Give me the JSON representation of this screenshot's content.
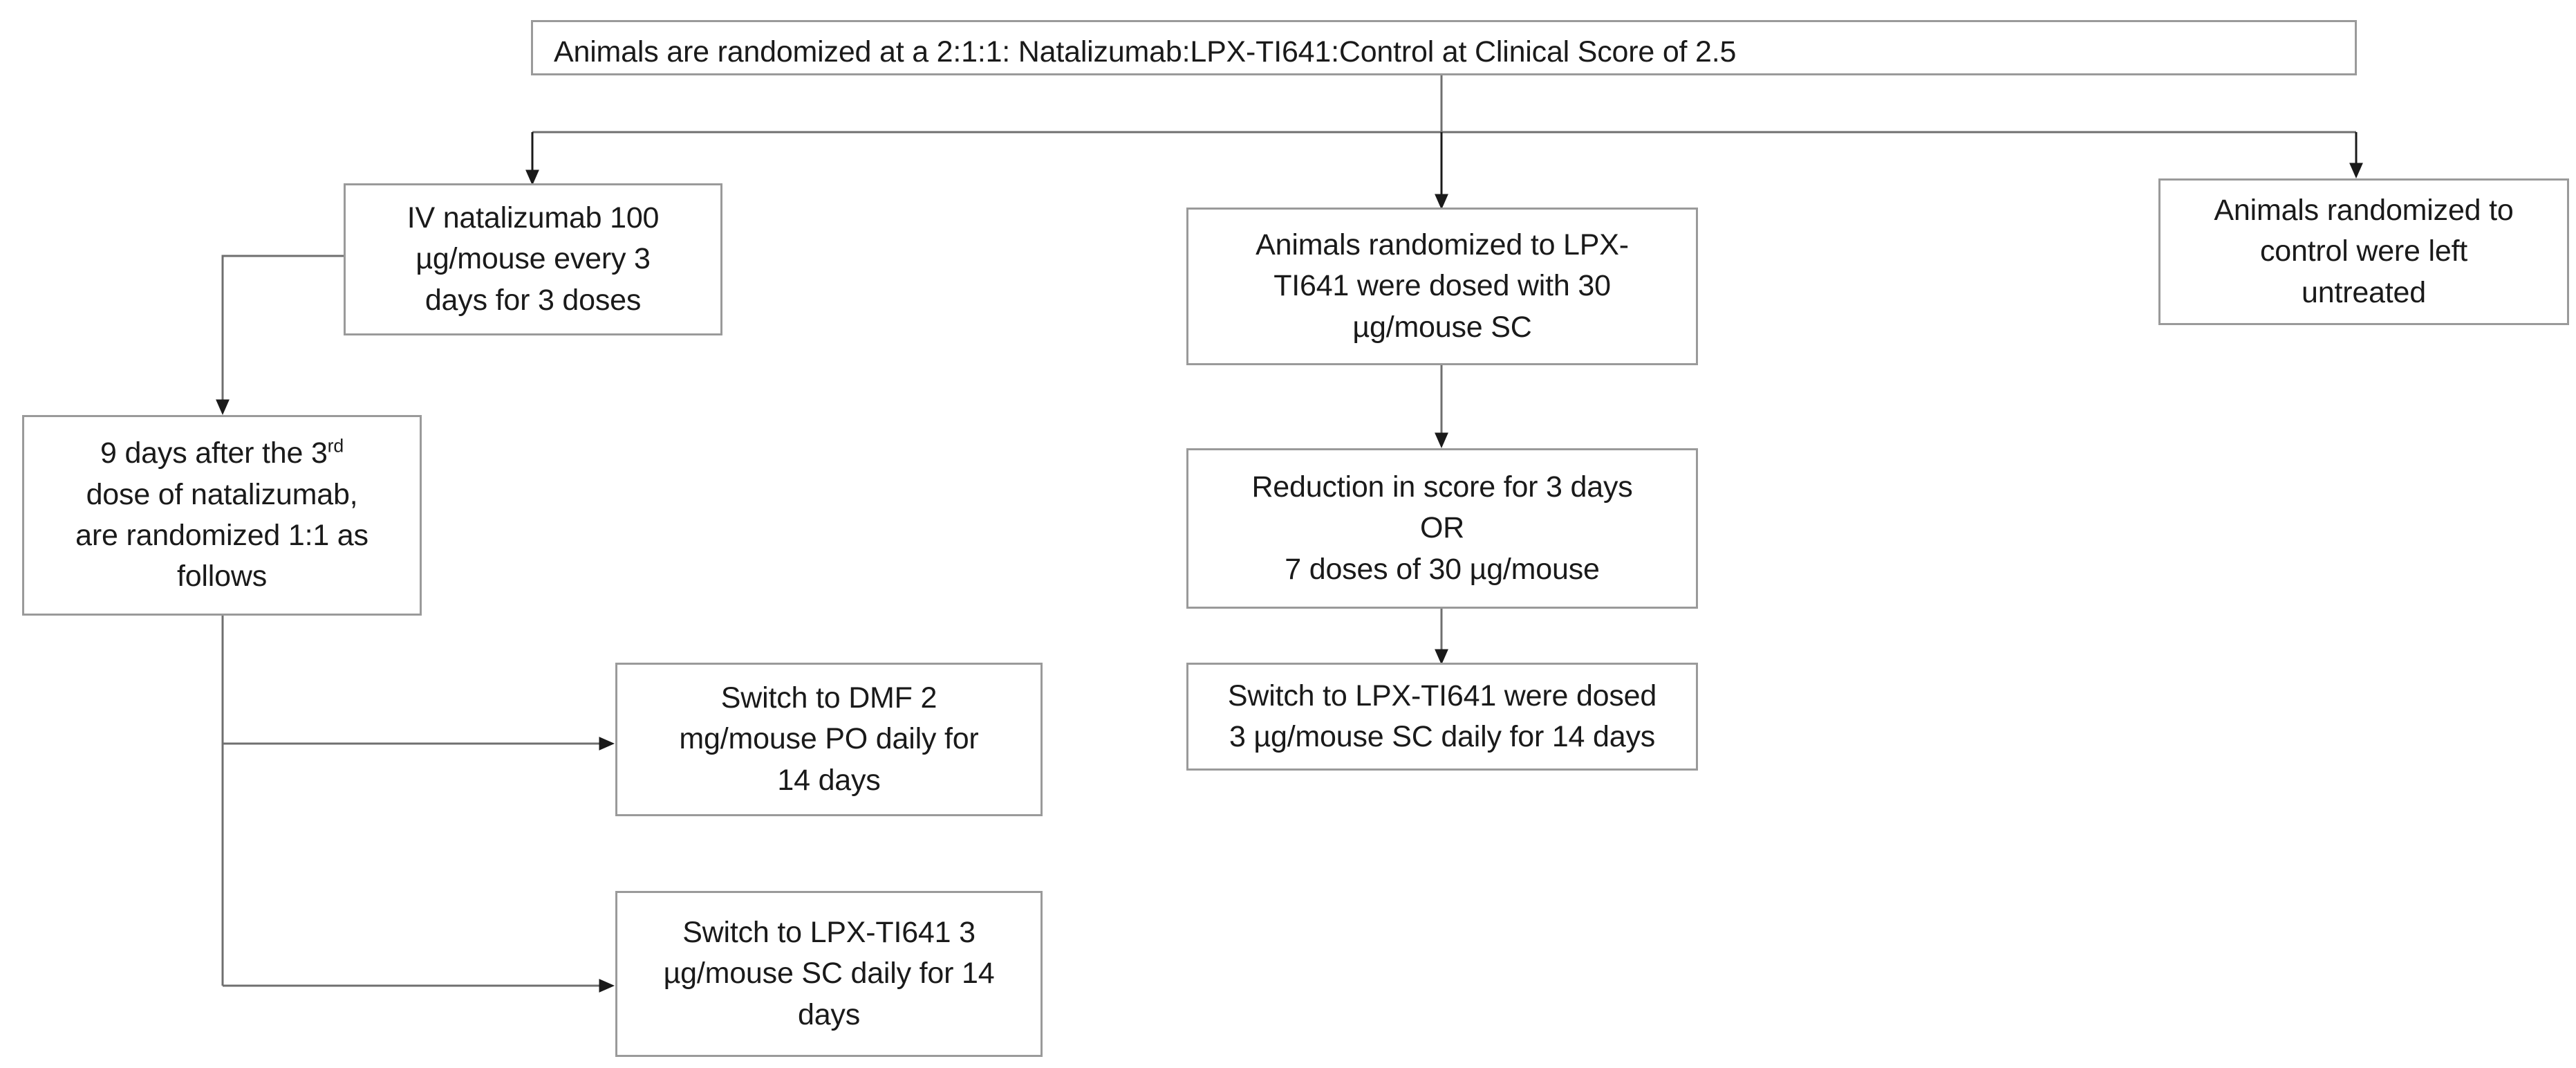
{
  "diagram": {
    "type": "flowchart",
    "title_box": {
      "id": "root",
      "text": "Animals are randomized at a 2:1:1: Natalizumab:LPX-TI641:Control at Clinical Score of 2.5"
    },
    "nodes": [
      {
        "id": "natalizumab",
        "text": "IV natalizumab 100\nµg/mouse every 3\ndays for 3 doses"
      },
      {
        "id": "randomize-1to1",
        "text_before_sup": "9 days after the 3",
        "sup": "rd",
        "text_after_sup": "\ndose of natalizumab,\nare randomized 1:1 as\nfollows"
      },
      {
        "id": "switch-dmf",
        "text": "Switch to DMF 2\nmg/mouse PO daily for\n14 days"
      },
      {
        "id": "switch-lpx-left",
        "text": "Switch to LPX-TI641 3\nµg/mouse SC daily for 14\ndays"
      },
      {
        "id": "lpx-dosed",
        "text": "Animals randomized to LPX-\nTI641 were dosed with 30\nµg/mouse SC"
      },
      {
        "id": "reduction-or-doses",
        "text": "Reduction in score for 3 days\nOR\n7 doses of 30 µg/mouse"
      },
      {
        "id": "switch-lpx-mid",
        "text": "Switch to LPX-TI641 were dosed\n3 µg/mouse SC daily for 14 days"
      },
      {
        "id": "control-untreated",
        "text": "Animals randomized to\ncontrol were left\nuntreated"
      }
    ],
    "colors": {
      "box_border": "#9a9a9a",
      "connector": "#6f6f6f",
      "text": "#1a1a1a",
      "background": "#ffffff"
    }
  }
}
